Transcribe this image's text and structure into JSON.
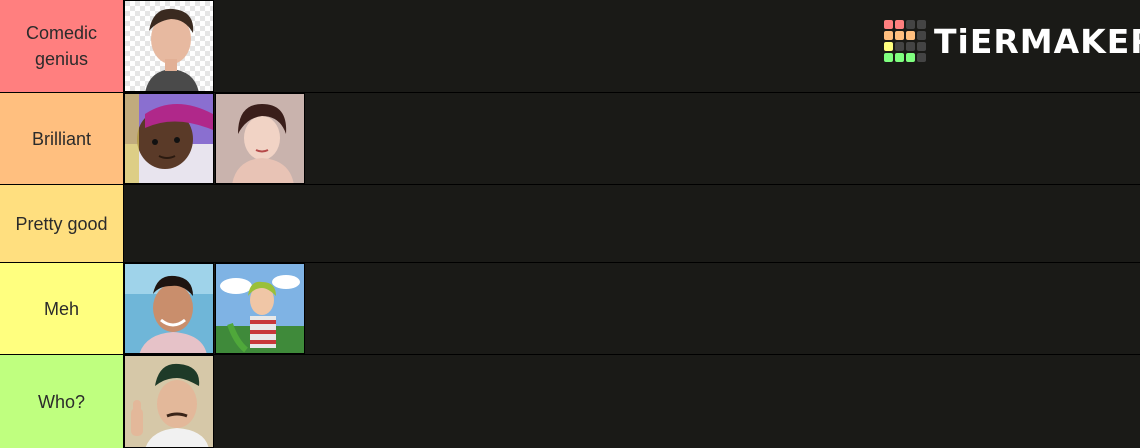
{
  "logo": {
    "text": "TiERMAKER"
  },
  "tiers": [
    {
      "label": "Comedic genius",
      "color": "#ff7f7f",
      "items": [
        "person-1"
      ]
    },
    {
      "label": "Brilliant",
      "color": "#ffbf7f",
      "items": [
        "person-2",
        "person-3"
      ]
    },
    {
      "label": "Pretty good",
      "color": "#ffdf7f",
      "items": []
    },
    {
      "label": "Meh",
      "color": "#ffff7f",
      "items": [
        "person-4",
        "person-5"
      ]
    },
    {
      "label": "Who?",
      "color": "#bfff7f",
      "items": [
        "person-6"
      ]
    }
  ]
}
